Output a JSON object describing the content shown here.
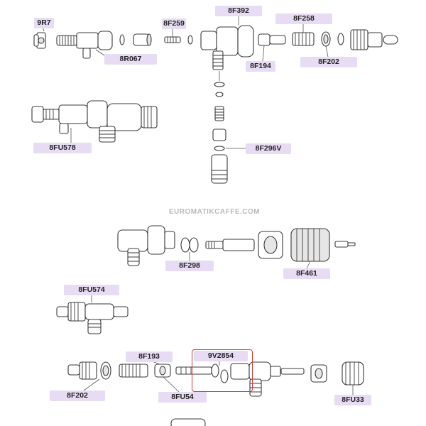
{
  "watermark": "EUROMATIKCAFFE.COM",
  "labels": {
    "9R7": "9R7",
    "8F259": "8F259",
    "8F392": "8F392",
    "8F258": "8F258",
    "8R067": "8R067",
    "8F194": "8F194",
    "8F202_top": "8F202",
    "8FU578": "8FU578",
    "8F296V": "8F296V",
    "8F298": "8F298",
    "8F461": "8F461",
    "8FU574": "8FU574",
    "8F193": "8F193",
    "9V2854": "9V2854",
    "8F202_bottom": "8F202",
    "8FU54": "8FU54",
    "8FU33": "8FU33"
  },
  "highlighted_part": "9V2854",
  "colors": {
    "label_bg": "#e7dcf3",
    "highlight": "#d23a3a",
    "line": "#3a3a3a"
  }
}
